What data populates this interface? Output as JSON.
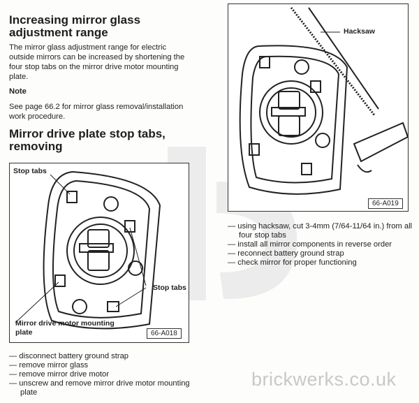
{
  "section1": {
    "title": "Increasing mirror glass adjustment range",
    "body": "The mirror glass adjustment range for electric outside mirrors can be increased by shortening the four stop tabs on the mirror drive motor mounting plate.",
    "note_heading": "Note",
    "note_body": "See page 66.2 for mirror glass removal/installation work procedure."
  },
  "section2": {
    "title": "Mirror drive plate stop tabs, removing",
    "steps_left": [
      "disconnect battery ground strap",
      "remove mirror glass",
      "remove mirror drive motor",
      "unscrew and remove mirror drive motor mounting plate"
    ],
    "steps_right": [
      "using hacksaw, cut 3-4mm (7/64-11/64 in.) from all four stop tabs",
      "install all mirror components in reverse order",
      "reconnect battery ground strap",
      "check mirror for proper functioning"
    ]
  },
  "figure1": {
    "label_top": "Stop tabs",
    "label_right": "Stop tabs",
    "label_bottom": "Mirror drive motor mounting plate",
    "id": "66-A018"
  },
  "figure2": {
    "label": "Hacksaw",
    "id": "66-A019"
  },
  "watermark": "brickwerks.co.uk"
}
